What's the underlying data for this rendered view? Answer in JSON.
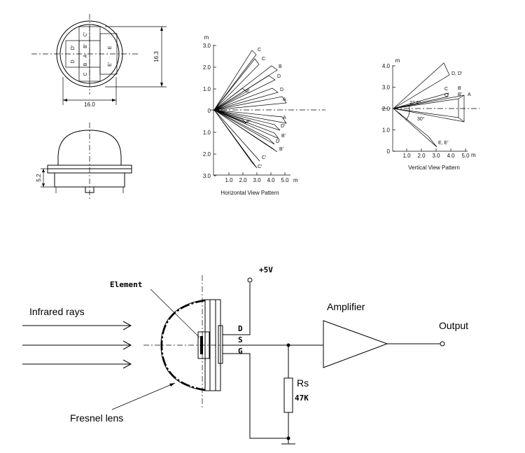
{
  "package": {
    "sensor_zones": [
      "C'",
      "B'",
      "A",
      "B",
      "C",
      "D",
      "D'",
      "E",
      "E'"
    ],
    "dim_height": "16.3",
    "dim_width": "16.0",
    "dim_dome": "5.2"
  },
  "horizontal_pattern": {
    "unit": "m",
    "y_ticks": [
      "3.0",
      "2.0",
      "1.0",
      "0",
      "1.0",
      "2.0",
      "3.0"
    ],
    "x_ticks": [
      "1.0",
      "2.0",
      "3.0",
      "4.0",
      "5.0"
    ],
    "x_unit": "m",
    "beam_labels": [
      "C",
      "C",
      "B",
      "D",
      "E",
      "D",
      "A",
      "A",
      "E'",
      "D'",
      "B'",
      "D'",
      "B'",
      "C'",
      "C'"
    ],
    "title": "Horizontal View Pattern"
  },
  "vertical_pattern": {
    "unit": "m",
    "y_ticks": [
      "4.0",
      "3.0",
      "2.0",
      "1.0",
      "0"
    ],
    "x_ticks": [
      "1.0",
      "2.0",
      "3.0",
      "4.0",
      "5.0"
    ],
    "x_unit": "m",
    "beam_labels": [
      "D, D'",
      "C",
      "C'",
      "B",
      "B'",
      "A",
      "E, E'"
    ],
    "angle_labels": [
      "22.6°",
      "30°"
    ],
    "title": "Vertical View Pattern"
  },
  "circuit": {
    "infrared_label": "Infrared rays",
    "element_label": "Element",
    "fresnel_label": "Fresnel lens",
    "supply_label": "+5V",
    "pin_d": "D",
    "pin_s": "S",
    "pin_g": "G",
    "amplifier_label": "Amplifier",
    "output_label": "Output",
    "resistor_label": "Rs",
    "resistor_value": "47K"
  }
}
